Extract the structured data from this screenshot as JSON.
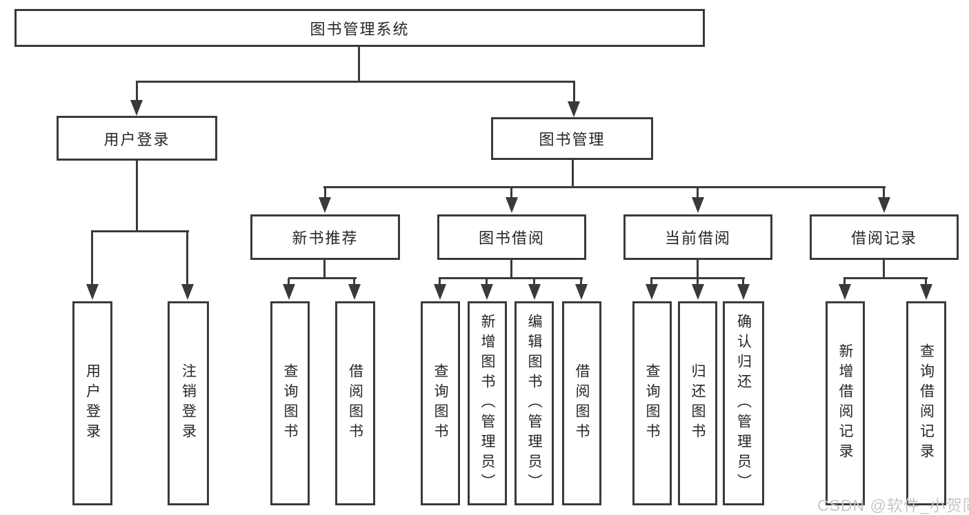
{
  "colors": {
    "line": "#3a3a3a",
    "text": "#262626",
    "background": "#ffffff",
    "watermark": "#c6c6c6"
  },
  "nodes": {
    "root": "图书管理系统",
    "user_login": "用户登录",
    "book_management": "图书管理",
    "new_book_recommend": "新书推荐",
    "book_borrow": "图书借阅",
    "current_borrow": "当前借阅",
    "borrow_records": "借阅记录"
  },
  "leaves": {
    "user_login": [
      "用户登录",
      "注销登录"
    ],
    "new_book_recommend": [
      "查询图书",
      "借阅图书"
    ],
    "book_borrow": [
      "查询图书",
      "新增图书（管理员）",
      "编辑图书（管理员）",
      "借阅图书"
    ],
    "current_borrow": [
      "查询图书",
      "归还图书",
      "确认归还（管理员）"
    ],
    "borrow_records": [
      "新增借阅记录",
      "查询借阅记录"
    ]
  },
  "watermark": {
    "text": "CSDN @软件_小贺同学"
  }
}
